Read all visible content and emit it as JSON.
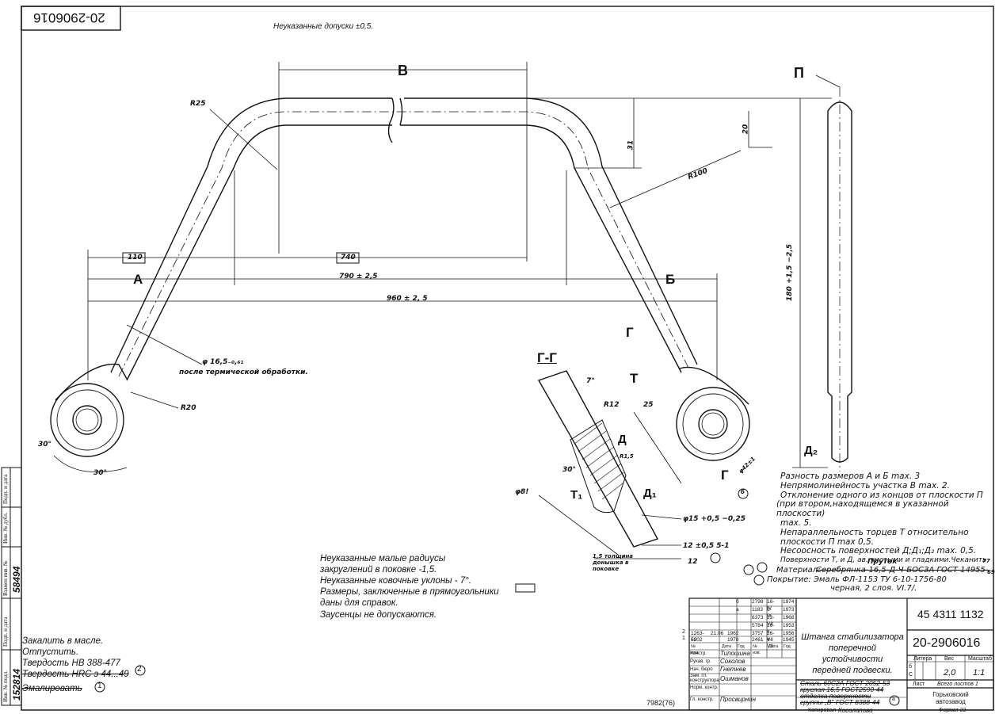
{
  "drawing": {
    "number_rotated": "20-2906016",
    "general_tolerance_note": "Неуказанные допуски ±0,5.",
    "view_letters": {
      "b": "В",
      "p": "П",
      "a": "А",
      "bb": "Б",
      "g": "Г",
      "t": "Т",
      "d": "Д",
      "d2": "Д₂",
      "d1": "Д₁",
      "t1": "Т₁",
      "section": "Г-Г"
    },
    "dimensions": {
      "r25": "R25",
      "d31": "31",
      "d20": "20",
      "r100": "R100",
      "d110": "110",
      "d740": "740",
      "d790": "790 ±  2,5",
      "d960": "960 ± 2, 5",
      "d180": "180 +1,5 −2,5",
      "phi16": "φ 16,5₋₀,₆₁",
      "after_heat": "после термической обработки.",
      "r20": "R20",
      "a30a": "30°",
      "a30b": "30°",
      "a7": "7°",
      "r12": "R12",
      "d25": "25",
      "r15": "R1,5",
      "a30c": "30°",
      "phi81": "φ8!",
      "phi15": "φ15 +0,5 −0,25",
      "thick": "1,5 толщина донышка в поковке",
      "d1205": "12 ±0,5 5-1",
      "d12": "12",
      "d42": "φ42±1",
      "circle_b": "б"
    },
    "notes_center": [
      "Неуказанные малые радиусы",
      "закруглений в поковке -1,5.",
      "Неуказанные ковочные уклоны - 7°.",
      "Размеры, заключенные в прямоугольники",
      "даны для справок."
    ],
    "burrs_note": "Заусенцы не допускаются.",
    "notes_left": [
      "Закалить в масле.",
      "Отпустить.",
      "Твердость  НВ 388-477",
      "Твердость HRC э 44...49",
      "Эмалировать"
    ],
    "note_marks": {
      "two": "2",
      "one": "1"
    },
    "tech_req": [
      "Разность размеров А и Б  max. 3",
      "Непрямолинейность участка В max. 2.",
      "Отклонение одного из концов от плоскости П",
      "(при втором,находящемся  в указанной плоскости)",
      "max. 5.",
      "Непараллельность торцев Т относительно",
      "плоскости П  max 0,5.",
      "Несоосность поверхностей Д;Д₁;Д₂ max. 0,5.",
      "Поверхности Т, и Д, ав. чистыми и гладкими.Чеканить"
    ],
    "material": {
      "prefix": "Материал:",
      "struck": "Серебрянка-16,5-Д-Ч-БОСЗА ГОСТ 14955-",
      "bar": "Пруток",
      "coat": "Покрытие: Эмаль  ФЛ-1153 ТУ 6-10-1756-80",
      "coat2": "черная, 2 слоя. VI.7/.",
      "year": "77",
      "ref": "69"
    },
    "side_stamp": {
      "left": "152814",
      "inv": "58494"
    },
    "side_labels": [
      "Подп. и дата",
      "Инв. № дубл.",
      "Взамен инв. №",
      "Подп. и дата",
      "Инв. № подл."
    ],
    "format_code": "7982(76)"
  },
  "title_block": {
    "code": "45 4311 1132",
    "number": "20-2906016",
    "name": [
      "Штанга стабилизатора",
      "поперечной устойчивости",
      "передней подвески."
    ],
    "headers": {
      "litera": "Литера",
      "mass": "Вес",
      "scale": "Масштаб"
    },
    "mass": "2,0",
    "scale": "1:1",
    "sheet": "Лист",
    "sheets": "Всего листов 1",
    "org": [
      "Горьковский",
      "автозавод"
    ],
    "material_rows": [
      "Сталь 60С2А ГОСТ 2052-53",
      "круглая 16,5 ГОСТ2590-44",
      "отделка поверхности",
      "группы „В\" ГОСТ 8388-44"
    ],
    "roles": [
      "Констр.",
      "Рукав. гр.",
      "Нач. бюро",
      "Зам. гл. конструктора",
      "Норм. контр.",
      "Гл. констр."
    ],
    "people": [
      "Типошина",
      "Соколов",
      "Гнетнев",
      "Ошманов",
      "",
      "Просвирнин"
    ],
    "rev_rows": [
      [
        "",
        "б",
        "2798",
        "16-IV",
        "1974"
      ],
      [
        "",
        "а",
        "1183",
        "6-IX",
        "1973"
      ],
      [
        "",
        "",
        "6373",
        "22-VII",
        "1968"
      ],
      [
        "",
        "",
        "5784",
        "26-II",
        "1953"
      ],
      [
        "1263-62",
        "21.06",
        "1962",
        "3757",
        "26-VII",
        "1956"
      ],
      [
        "5002",
        "",
        "1978",
        "2461",
        "4-VII",
        "1945"
      ]
    ],
    "col_heads": [
      "№ изм.",
      "Дата",
      "Год",
      "№ изв.",
      "Дата",
      "Год"
    ],
    "side_marks": {
      "b": "б",
      "c": "С",
      "a_circ": "а",
      "two": "2",
      "one": "1"
    },
    "copyist": "Копировал",
    "copyist_name": "Косолапова",
    "format": "Формат 22"
  }
}
